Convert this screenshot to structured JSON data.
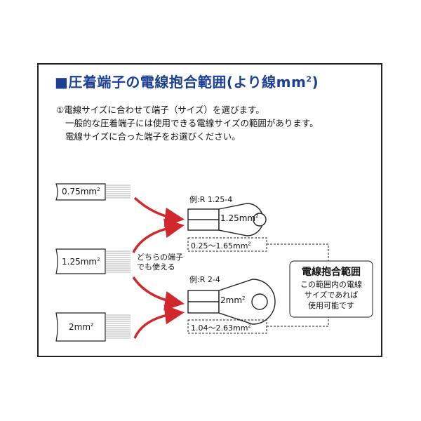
{
  "title": {
    "main": "■圧着端子の電線抱合範囲(より線mm",
    "sup": "2",
    "close": ")"
  },
  "instructions": {
    "line1": "①電線サイズに合わせて端子（サイズ）を選びます。",
    "line2": "一般的な圧着端子には使用できる電線サイズの範囲があります。",
    "line3": "電線サイズに合った端子をお選びください。"
  },
  "wires": [
    {
      "label": "0.75mm",
      "sup": "2"
    },
    {
      "label": "1.25mm",
      "sup": "2"
    },
    {
      "label": "2mm",
      "sup": "2"
    }
  ],
  "both_note": {
    "line1": "どちらの端子",
    "line2": "でも使える"
  },
  "terminals": [
    {
      "example": "例:R 1.25-4",
      "size": "1.25mm",
      "size_sup": "2",
      "range": "0.25～1.65mm",
      "range_sup": "2"
    },
    {
      "example": "例:R 2-4",
      "size": "2mm",
      "size_sup": "2",
      "range": "1.04～2.63mm",
      "range_sup": "2"
    }
  ],
  "range_box": {
    "title": "電線抱合範囲",
    "line1": "この範囲内の電線",
    "line2": "サイズであれば",
    "line3": "使用可能です"
  },
  "colors": {
    "title": "#1c3f93",
    "arrow": "#d0282c",
    "line": "#222222"
  }
}
